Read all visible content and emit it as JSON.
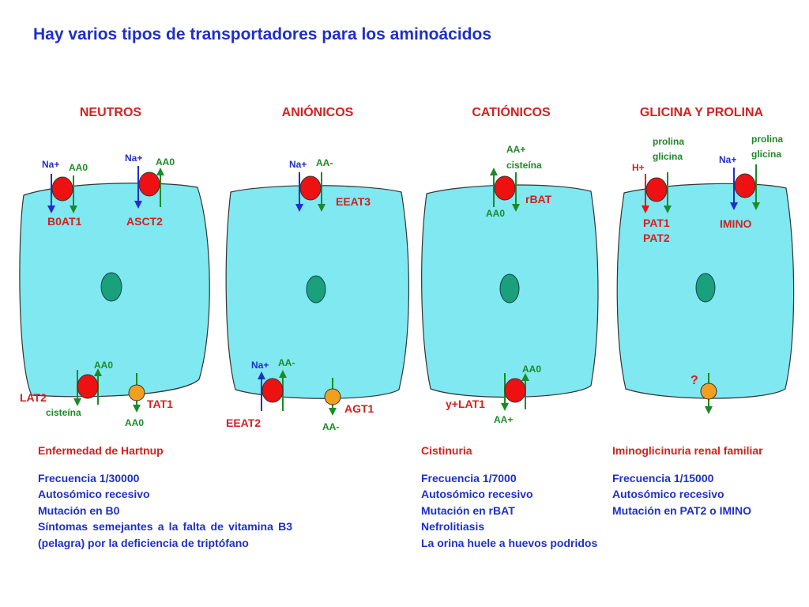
{
  "title": "Hay varios tipos de transportadores para los aminoácidos",
  "columns": {
    "neutros": {
      "heading": "NEUTROS",
      "transporters": {
        "b0at1": "B0AT1",
        "asct2": "ASCT2",
        "lat2": "LAT2",
        "tat1": "TAT1"
      },
      "labels": {
        "na": "Na+",
        "aa0": "AA0",
        "cisteina": "cisteína"
      }
    },
    "anionicos": {
      "heading": "ANIÓNICOS",
      "transporters": {
        "eeat3": "EEAT3",
        "eeat2": "EEAT2",
        "agt1": "AGT1"
      },
      "labels": {
        "na": "Na+",
        "aa_minus": "AA-"
      }
    },
    "cationicos": {
      "heading": "CATIÓNICOS",
      "transporters": {
        "rbat": "rBAT",
        "y_lat1": "y+LAT1"
      },
      "labels": {
        "aa_plus": "AA+",
        "cisteina": "cisteína",
        "aa0": "AA0"
      }
    },
    "glicina_prolina": {
      "heading": "GLICINA Y PROLINA",
      "transporters": {
        "pat1": "PAT1",
        "pat2": "PAT2",
        "imino": "IMINO",
        "unknown": "?"
      },
      "labels": {
        "prolina": "prolina",
        "glicina": "glicina",
        "h": "H+",
        "na": "Na+"
      }
    }
  },
  "diseases": {
    "hartnup": {
      "name": "Enfermedad de Hartnup",
      "lines": [
        "Frecuencia 1/30000",
        "Autosómico recesivo",
        "Mutación en B0"
      ],
      "symptoms": "Síntomas semejantes a la falta de vitamina B3 (pelagra) por la deficiencia de triptófano"
    },
    "cistinuria": {
      "name": "Cistinuria",
      "lines": [
        "Frecuencia 1/7000",
        "Autosómico recesivo",
        "Mutación en rBAT",
        "Nefrolitiasis",
        "La orina huele a huevos podridos"
      ]
    },
    "iminoglicinuria": {
      "name": "Iminoglicinuria renal familiar",
      "lines": [
        "Frecuencia 1/15000",
        "Autosómico recesivo",
        "Mutación en PAT2 o IMINO"
      ]
    }
  },
  "colors": {
    "title_blue": "#1f2fc8",
    "heading_red": "#d42020",
    "cell_fill": "#7fe8f0",
    "nucleus": "#1aa07a",
    "transporter_red": "#ee1111",
    "transporter_orange": "#f0a020",
    "arrow_blue": "#1f2fc8",
    "arrow_green": "#1c8a28",
    "arrow_red": "#ee1111"
  }
}
